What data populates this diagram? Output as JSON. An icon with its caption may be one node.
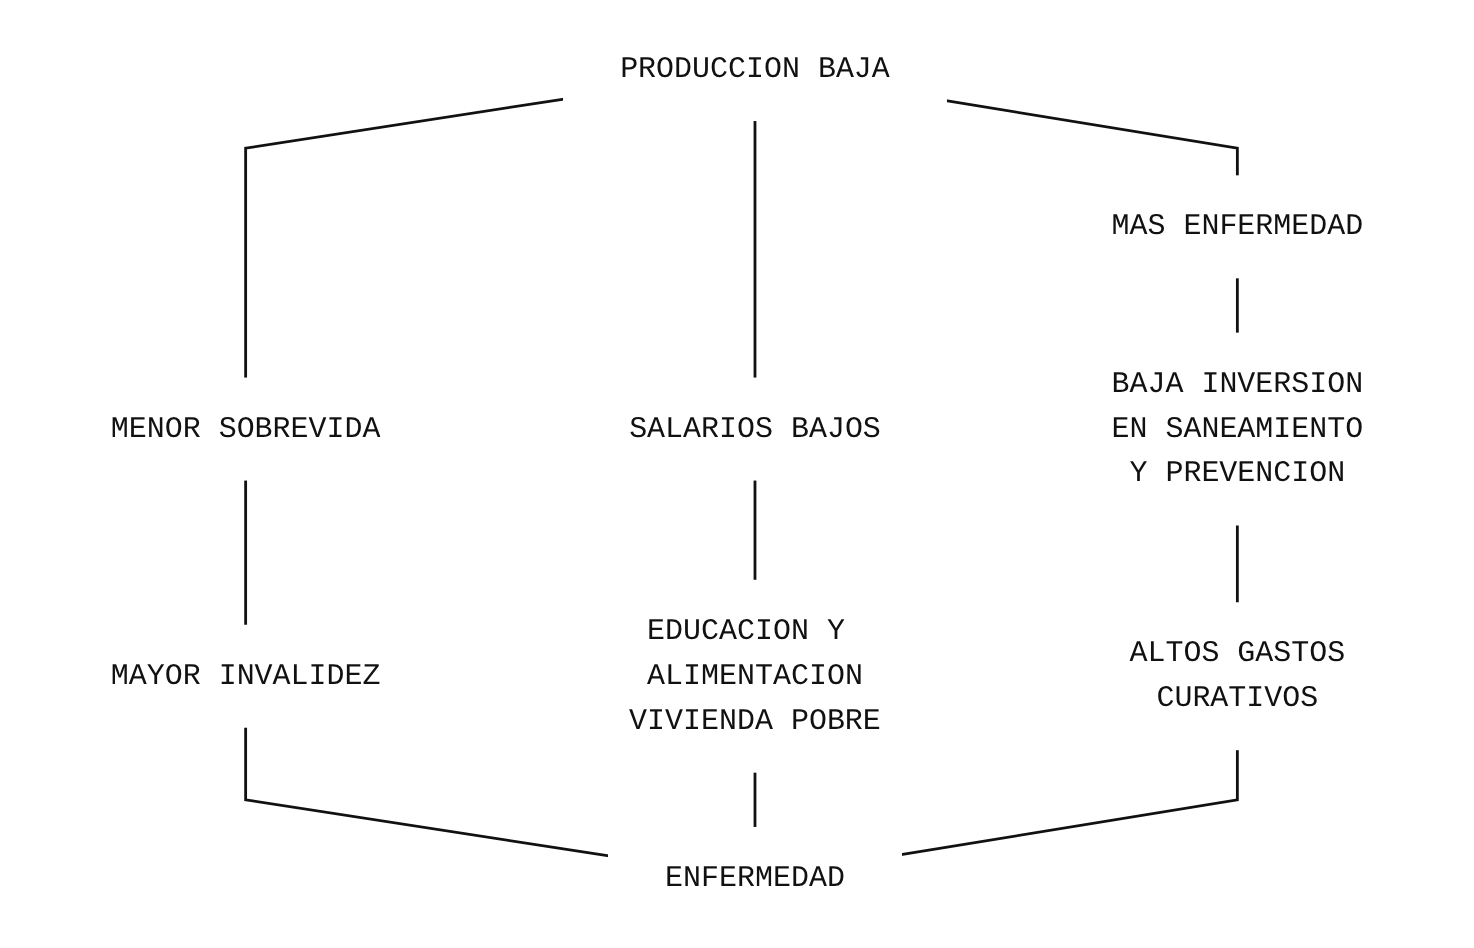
{
  "diagram": {
    "nodes": [
      {
        "text": [
          "PRODUCCION BAJA"
        ]
      },
      {
        "text": [
          "MENOR SOBREVIDA"
        ]
      },
      {
        "text": [
          "MAS ENFERMEDAD"
        ]
      },
      {
        "text": [
          "SALARIOS BAJOS"
        ]
      },
      {
        "text": [
          "MAYOR INVALIDEZ"
        ]
      },
      {
        "text": [
          "BAJA INVERSION EN SANEAMIENTO Y PREVENCION"
        ]
      },
      {
        "text": [
          "EDUCACION Y ALIMENTACION VIVIENDA POBRE"
        ]
      },
      {
        "text": [
          "ALTOS GASTOS CURATIVOS"
        ]
      },
      {
        "text": [
          "ENFERMEDAD"
        ]
      }
    ],
    "edges": [
      {
        "from": 0,
        "to": 1,
        "arrow": "none"
      },
      {
        "from": 0,
        "to": 2,
        "arrow": "none"
      },
      {
        "from": 0,
        "to": 3,
        "arrow": "none"
      },
      {
        "from": 1,
        "to": 4,
        "arrow": "none"
      },
      {
        "from": 2,
        "to": 5,
        "arrow": "none"
      },
      {
        "from": 3,
        "to": 6,
        "arrow": "none"
      },
      {
        "from": 5,
        "to": 7,
        "arrow": "none"
      },
      {
        "from": 4,
        "to": 8,
        "arrow": "none"
      },
      {
        "from": 6,
        "to": 8,
        "arrow": "none"
      },
      {
        "from": 7,
        "to": 8,
        "arrow": "none"
      }
    ]
  }
}
